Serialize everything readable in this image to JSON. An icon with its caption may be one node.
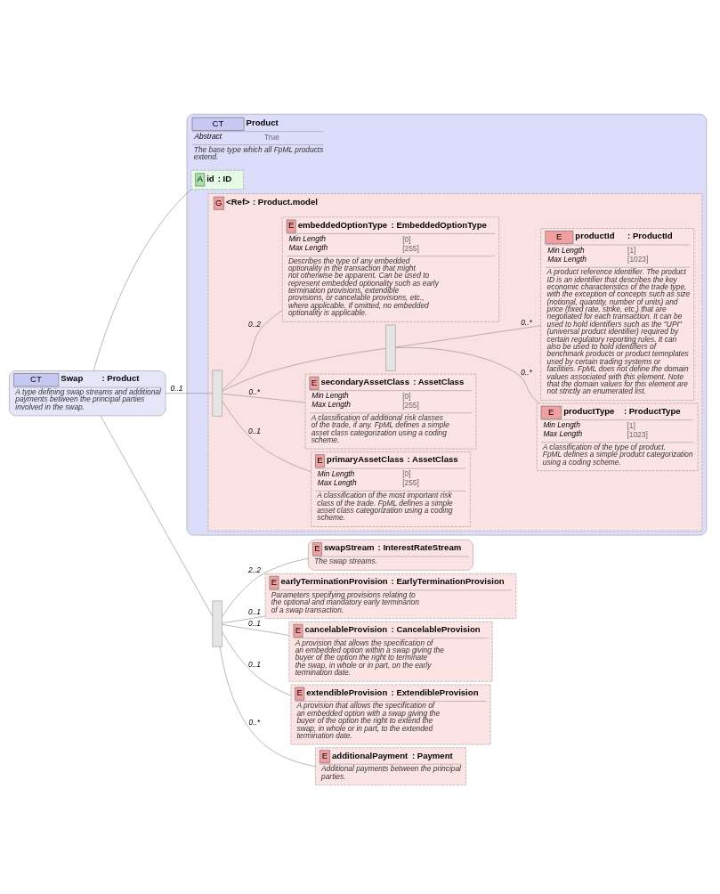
{
  "diagram": {
    "nodes": [
      {
        "text": [
          "CT",
          "Swap",
          ": Product",
          "A type defining swap streams and additional payments between the principal parties involved in the swap."
        ]
      },
      {
        "text": [
          "CT",
          "Product",
          "Abstract",
          "True",
          "The base type which all FpML products extend."
        ]
      },
      {
        "text": [
          "A",
          "id",
          ": ID"
        ],
        "in": 1
      },
      {
        "text": [
          "G",
          "<Ref>",
          ": Product.model"
        ],
        "in": 1
      },
      {
        "text": [],
        "shape": "bar",
        "in": 3
      },
      {
        "text": [
          "E",
          "primaryAssetClass",
          ": AssetClass",
          "Min Length",
          "[0]",
          "Max Length",
          "[255]",
          "A classification of the most important risk class of the trade. FpML defines a simple asset class categorization using a coding scheme."
        ],
        "in": 3
      },
      {
        "text": [
          "E",
          "secondaryAssetClass",
          ": AssetClass",
          "Min Length",
          "[0]",
          "Max Length",
          "[255]",
          "A classification of additional risk classes of the trade, if any. FpML defines a simple asset class categorization using a coding scheme."
        ],
        "in": 3
      },
      {
        "text": [],
        "shape": "bar",
        "in": 3
      },
      {
        "text": [
          "E",
          "productType",
          ": ProductType",
          "Min Length",
          "[1]",
          "Max Length",
          "[1023]",
          "A classification of the type of product. FpML defines a simple product categorization using a coding scheme."
        ],
        "in": 3
      },
      {
        "text": [
          "E",
          "productId",
          ": ProductId",
          "Min Length",
          "[1]",
          "Max Length",
          "[1023]",
          "A product reference identifier. The product ID is an identifier that describes the key economic characteristics of the trade type, with the exception of concepts such as size (notional, quantity, number of units) and price (fixed rate, strike, etc.) that are negotiated for each transaction. It can be used to hold identifiers such as the \"UPI\" (universal product identifier) required by certain regulatory reporting rules. It can also be used to hold identifiers of benchmark products or product temnplates used by certain trading systems or facilities. FpML does not define the domain values associated with this element. Note that the domain values for this element are not strictly an enumerated list."
        ],
        "in": 3
      },
      {
        "text": [
          "E",
          "embeddedOptionType",
          ": EmbeddedOptionType",
          "Min Length",
          "[0]",
          "Max Length",
          "[255]",
          "Describes the type of any embedded optionality in the transaction that might not otherwise be apparent. Can be used to represent embedded optionality such as early termination provisions, extendible provisions, or cancelable provisions, etc., where applicable. If omitted, no embedded optionality is applicable."
        ],
        "in": 3
      },
      {
        "text": [],
        "shape": "bar"
      },
      {
        "text": [
          "E",
          "swapStream",
          ": InterestRateStream",
          "The swap streams."
        ]
      },
      {
        "text": [
          "E",
          "earlyTerminationProvision",
          ": EarlyTerminationProvision",
          "Parameters specifying provisions relating to the optional and mandatory early terminarion of a swap transaction."
        ]
      },
      {
        "text": [
          "E",
          "cancelableProvision",
          ": CancelableProvision",
          "A provision that allows the specification of an embedded option within a swap giving the buyer of the option the right to terminate the swap, in whole or in part, on the early termination date."
        ]
      },
      {
        "text": [
          "E",
          "extendibleProvision",
          ": ExtendibleProvision",
          "A provision that allows the specification of an embedded option with a swap giving the buyer of the option the right to extend the swap, in whole or in part, to the extended termination date."
        ]
      },
      {
        "text": [
          "E",
          "additionalPayment",
          ": Payment",
          "Additional payments between the principal parties."
        ]
      }
    ],
    "edges": [
      {
        "from": 0,
        "to": 2,
        "arrow": "none"
      },
      {
        "from": 0,
        "to": 4,
        "arrow": "none",
        "label": "0..1"
      },
      {
        "from": 0,
        "to": 11,
        "arrow": "none"
      },
      {
        "from": 4,
        "to": 5,
        "arrow": "none",
        "label": "0..1"
      },
      {
        "from": 4,
        "to": 6,
        "arrow": "none",
        "label": "0..*"
      },
      {
        "from": 4,
        "to": 7,
        "arrow": "none"
      },
      {
        "from": 7,
        "to": 8,
        "arrow": "none",
        "label": "0..*"
      },
      {
        "from": 7,
        "to": 9,
        "arrow": "none",
        "label": "0..*"
      },
      {
        "from": 4,
        "to": 10,
        "arrow": "none",
        "label": "0..2"
      },
      {
        "from": 11,
        "to": 12,
        "arrow": "none",
        "label": "2..2"
      },
      {
        "from": 11,
        "to": 13,
        "arrow": "none",
        "label": "0..1"
      },
      {
        "from": 11,
        "to": 14,
        "arrow": "none",
        "label": "0..1"
      },
      {
        "from": 11,
        "to": 15,
        "arrow": "none",
        "label": "0..1"
      },
      {
        "from": 11,
        "to": 16,
        "arrow": "none",
        "label": "0..*"
      }
    ]
  }
}
